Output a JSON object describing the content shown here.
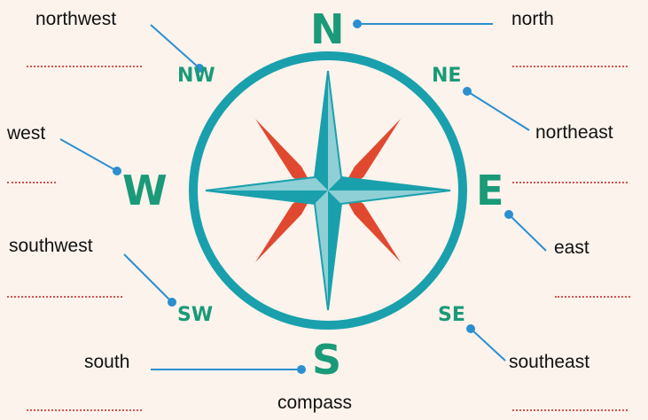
{
  "labels": {
    "north": "north",
    "northwest": "northwest",
    "northeast": "northeast",
    "west": "west",
    "east": "east",
    "southwest": "southwest",
    "southeast": "southeast",
    "south": "south",
    "caption": "compass"
  },
  "letters": {
    "N": "N",
    "S": "S",
    "E": "E",
    "W": "W",
    "NW": "NW",
    "NE": "NE",
    "SW": "SW",
    "SE": "SE"
  },
  "colors": {
    "background": "#fbf3ec",
    "teal": "#1aa0ad",
    "green_letters": "#1a9a78",
    "red": "#e0492f",
    "blue_lines": "#2b8fd0",
    "dots": "#d4514f"
  }
}
